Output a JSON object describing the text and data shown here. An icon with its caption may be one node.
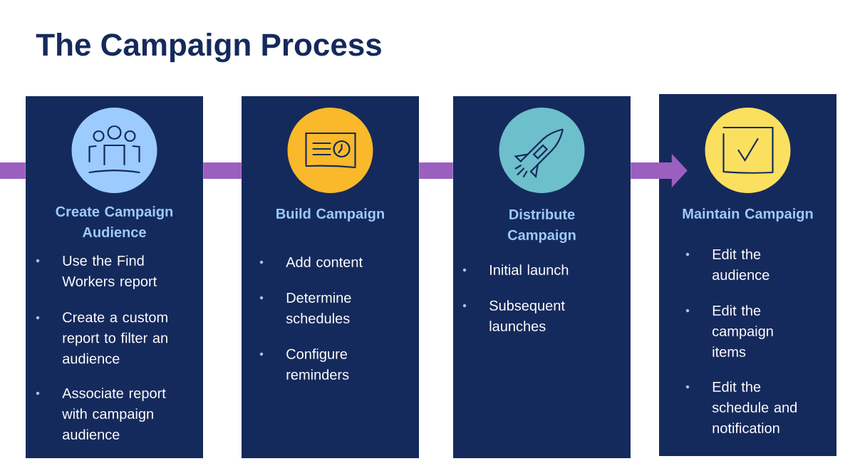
{
  "diagram": {
    "title": "The Campaign Process",
    "nodes": [
      {
        "text": [
          "Create Campaign Audience",
          "Use the Find Workers report",
          "Create a custom report to filter an audience",
          "Associate report with campaign audience"
        ]
      },
      {
        "text": [
          "Build Campaign",
          "Add content",
          "Determine schedules",
          "Configure reminders"
        ]
      },
      {
        "text": [
          "Distribute Campaign",
          "Initial launch",
          "Subsequent launches"
        ]
      },
      {
        "text": [
          "Maintain Campaign",
          "Edit the audience",
          "Edit the campaign items",
          "Edit the schedule and notification"
        ]
      }
    ],
    "edges": [
      {
        "from": null,
        "to": 0,
        "arrow": "none"
      },
      {
        "from": 0,
        "to": 1,
        "arrow": "none"
      },
      {
        "from": 1,
        "to": 2,
        "arrow": "none"
      },
      {
        "from": 2,
        "to": 3,
        "arrow": "to"
      }
    ]
  }
}
